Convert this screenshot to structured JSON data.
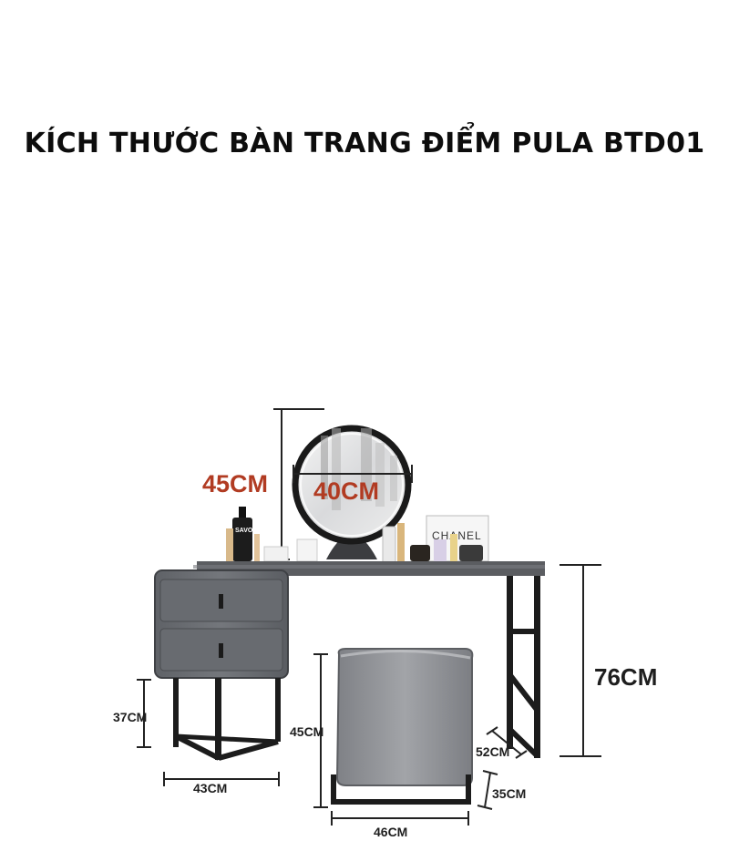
{
  "title": "KÍCH THƯỚC BÀN TRANG ĐIỂM PULA BTD01",
  "dimensions": {
    "mirror_height": "45CM",
    "mirror_width": "40CM",
    "table_height": "76CM",
    "cabinet_leg_height": "37CM",
    "cabinet_width": "43CM",
    "stool_height": "45CM",
    "stool_width": "46CM",
    "stool_depth": "35CM",
    "table_depth": "52CM"
  },
  "product_labels": {
    "perfume_brand": "CHANEL",
    "bottle_brand": "SAVON"
  },
  "colors": {
    "red_label": "#b13b22",
    "cabinet": "#6b6e73",
    "table_top": "#5b5d61",
    "frame": "#1c1c1c",
    "stool": "#8e9094"
  }
}
